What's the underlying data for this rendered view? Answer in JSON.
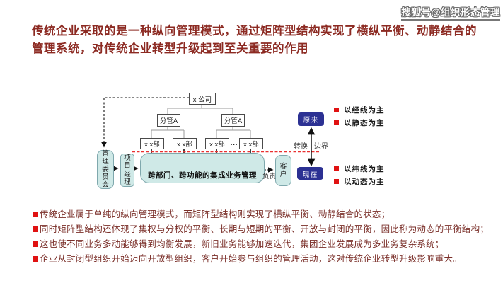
{
  "watermark": "搜狐号@组织形态管理",
  "heading": "传统企业采取的是一种纵向管理模式，通过矩阵型结构实现了横纵平衡、动静结合的管理系统，对传统企业转型升级起到至关重要的作用",
  "diagram": {
    "company": "x 公司",
    "manager_left": "分管A",
    "manager_right": "分管A",
    "dept_boxes": [
      "x x部",
      "x x部",
      "x x部",
      "x x部"
    ],
    "ellipsis": "…",
    "mgmt_committee": "管理委员会",
    "project_manager": "项目经理",
    "integration_bar": "跨部门、跨功能的集成业务管理",
    "responsible": "负责",
    "customer": "客户",
    "before_box": "原来",
    "now_box": "现在",
    "transform_label": "转换",
    "boundary_label": "边界",
    "legend_before": [
      "以经线为主",
      "以静态为主"
    ],
    "legend_now": [
      "以纬线为主",
      "以动态为主"
    ]
  },
  "bullets": [
    "传统企业属于单纯的纵向管理模式，而矩阵型结构则实现了横纵平衡、动静结合的状态；",
    "同时矩阵型结构还体现了集权与分权的平衡、长期与短期的平衡、开放与封闭的平衡，因此称为动态的平衡结构；",
    "这也使不同业务多动能够得到均衡发展，新旧业务能够加速迭代，集团企业发展成为多业务复杂系统；",
    "企业从封闭型组织开始迈向开放型组织，客户开始参与组织的管理活动，这对传统企业转型升级影响重大。"
  ],
  "colors": {
    "heading_text": "#8c2a22",
    "bullet_text": "#7a2e28",
    "bullet_square": "#e01212",
    "red_dashed_line": "#e93030",
    "navy_box": "#2c3193",
    "cyan_fill": "#cfe9e7",
    "cyan_border": "#7fa8ad",
    "node_dot": "#2b35a9"
  }
}
